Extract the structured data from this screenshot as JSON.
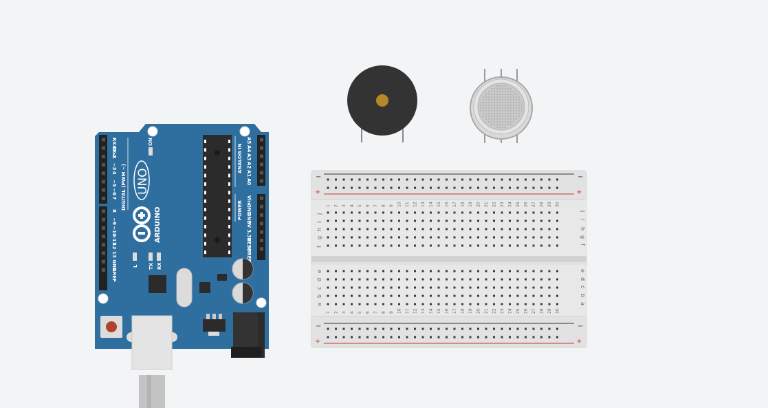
{
  "arduino": {
    "brand": "ARDUINO",
    "model": "UNO",
    "header_digital": "DIGITAL (PWM ~)",
    "header_analog": "ANALOG IN",
    "header_power": "POWER",
    "on_label": "ON",
    "tx_label": "TX",
    "rx_label": "RX",
    "l_label": "L",
    "digital_pins": [
      "RX◂0",
      "TX▸1",
      "2",
      "~3",
      "4",
      "~5",
      "~6",
      "7",
      "8",
      "~9",
      "~10",
      "~11",
      "12",
      "13",
      "GND",
      "AREF"
    ],
    "analog_pins": [
      "A5",
      "A4",
      "A3",
      "A2",
      "A1",
      "A0"
    ],
    "power_pins": [
      "Vin",
      "GND",
      "GND",
      "5V",
      "3.3V",
      "RESET",
      "IOREF"
    ],
    "colors": {
      "board": "#2f6f9f",
      "header": "#222222",
      "chip": "#2b2b2b"
    }
  },
  "breadboard": {
    "columns": [
      "1",
      "2",
      "3",
      "4",
      "5",
      "6",
      "7",
      "8",
      "9",
      "10",
      "11",
      "12",
      "13",
      "14",
      "15",
      "16",
      "17",
      "18",
      "19",
      "20",
      "21",
      "22",
      "23",
      "24",
      "25",
      "26",
      "27",
      "28",
      "29",
      "30"
    ],
    "rows_top": [
      "j",
      "i",
      "h",
      "g",
      "f"
    ],
    "rows_bottom": [
      "e",
      "d",
      "c",
      "b",
      "a"
    ],
    "rail_minus": "−",
    "rail_plus": "+",
    "colors": {
      "body": "#e2e2e2",
      "hole": "#3a3a3a",
      "red": "#cc3333",
      "black": "#333333"
    }
  },
  "buzzer": {
    "colors": {
      "body": "#333333",
      "center": "#b5892a"
    }
  },
  "gas_sensor": {
    "colors": {
      "body": "#d9d9d9",
      "mesh": "#c6c6c6"
    }
  }
}
